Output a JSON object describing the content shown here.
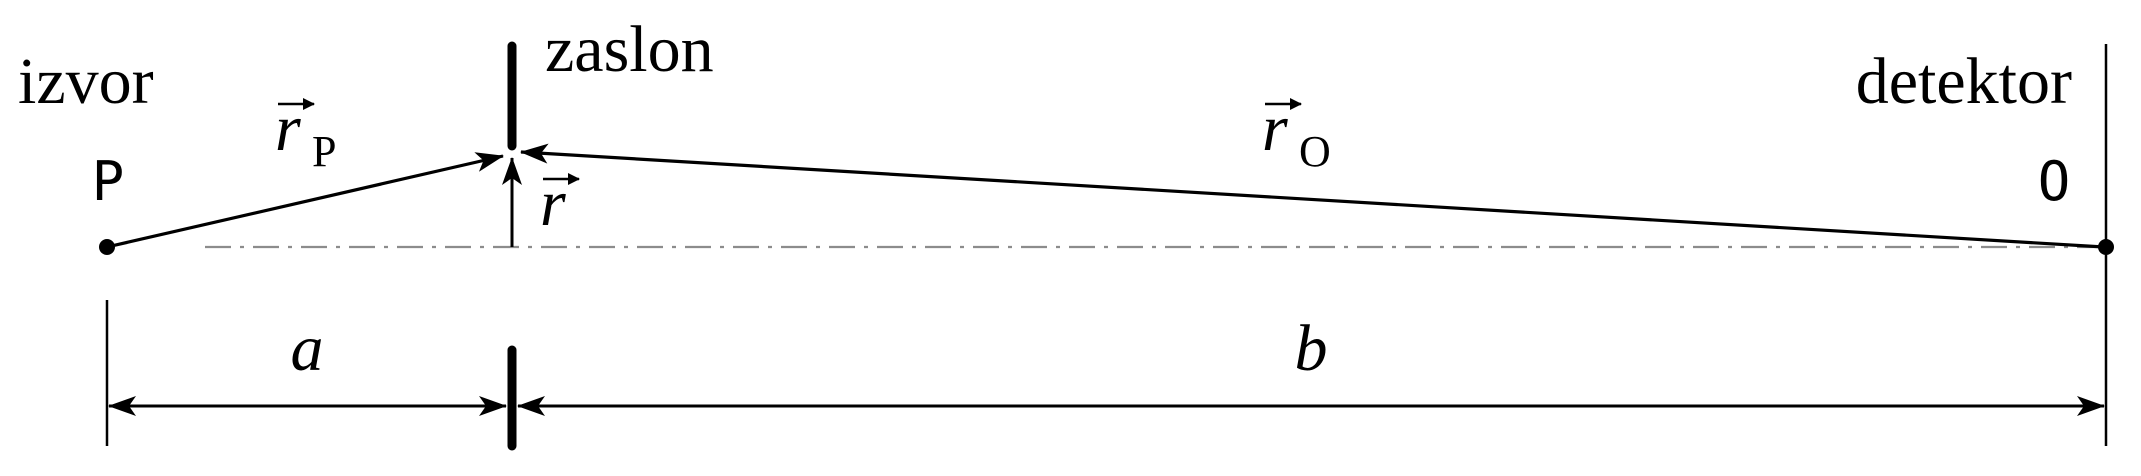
{
  "labels": {
    "source": "izvor",
    "screen": "zaslon",
    "detector": "detektor",
    "point_source": "P",
    "point_detector": "O",
    "vec_rP_base": "r",
    "vec_rP_sub": "P",
    "vec_rO_base": "r",
    "vec_rO_sub": "O",
    "vec_r": "r",
    "dist_a": "a",
    "dist_b": "b"
  }
}
